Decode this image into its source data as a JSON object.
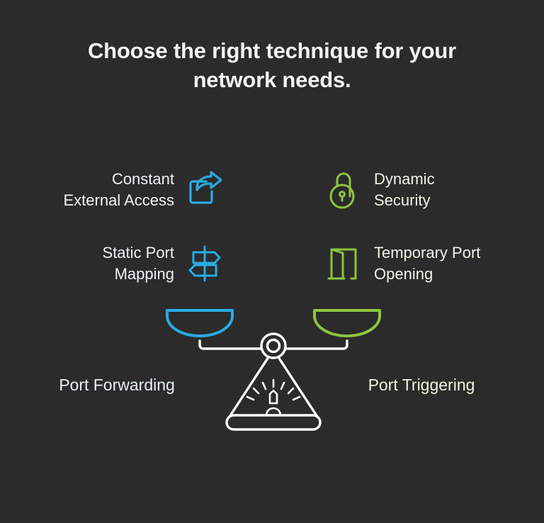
{
  "theme": {
    "background": "#2b2b2b",
    "accent_blue": "#29abe2",
    "accent_green": "#8cc63f",
    "text_white": "#f2f2f2"
  },
  "header": {
    "title": "Choose the right technique for your network needs."
  },
  "comparison": {
    "left": {
      "name": "Port Forwarding",
      "color": "#29abe2",
      "features": [
        {
          "label": "Constant\nExternal Access",
          "icon": "export-arrow-icon"
        },
        {
          "label": "Static Port\nMapping",
          "icon": "signpost-icon"
        }
      ]
    },
    "right": {
      "name": "Port Triggering",
      "color": "#8cc63f",
      "features": [
        {
          "label": "Dynamic\nSecurity",
          "icon": "open-padlock-icon"
        },
        {
          "label": "Temporary Port\nOpening",
          "icon": "open-door-icon"
        }
      ]
    }
  },
  "scale": {
    "icon": "balance-scale-icon",
    "left_pan_color": "#29abe2",
    "right_pan_color": "#8cc63f",
    "frame_color": "#ffffff"
  }
}
